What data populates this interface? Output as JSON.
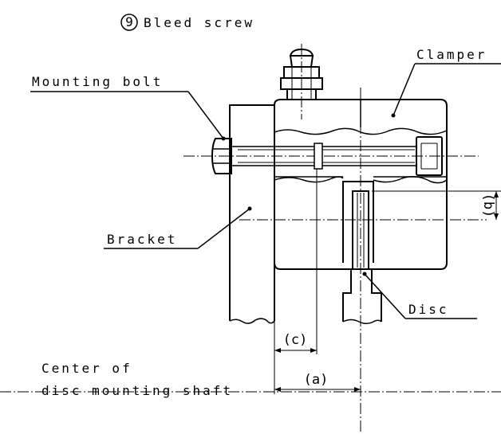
{
  "labels": {
    "bleed_number": "9",
    "bleed_screw": "Bleed screw",
    "clamper": "Clamper",
    "mounting_bolt": "Mounting bolt",
    "bracket": "Bracket",
    "disc": "Disc",
    "center_line1": "Center of",
    "center_line2": "disc mounting shaft"
  },
  "dimensions": {
    "a": "(a)",
    "b": "(b)",
    "c": "(c)"
  }
}
